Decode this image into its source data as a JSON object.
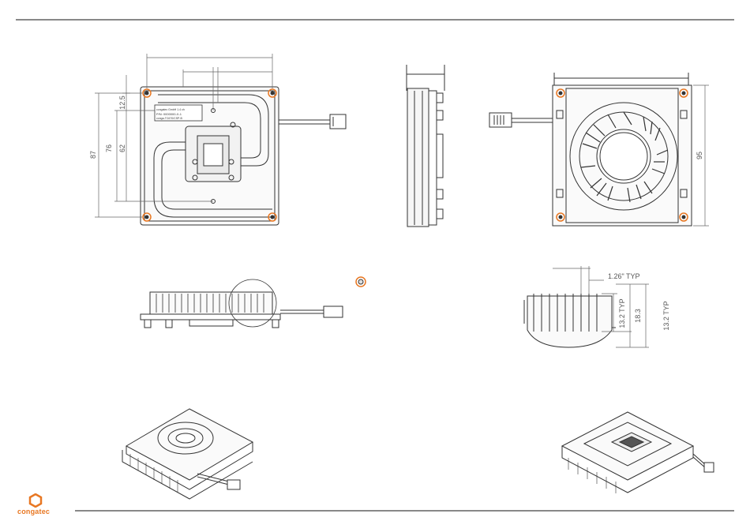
{
  "colors": {
    "line": "#333333",
    "dim": "#666666",
    "accent": "#e87722",
    "frame": "#111111"
  },
  "dimensions": {
    "d87": "87",
    "d76": "76",
    "d62": "62",
    "d12_5": "12.5",
    "d95": "95",
    "fin_pitch": "1.26\" TYP",
    "d13_2_a": "13.2 TYP",
    "d18_3": "18.3",
    "d13_2_b": "13.2 TYP"
  },
  "label_plate": {
    "line1": "congatec GmbH  1.4 ch",
    "line2": "P/N: 0000000-X-1",
    "line3": "conga-TC670/CSP-B"
  },
  "brand": {
    "name": "congatec",
    "icon": "hexagon-logo-icon"
  }
}
